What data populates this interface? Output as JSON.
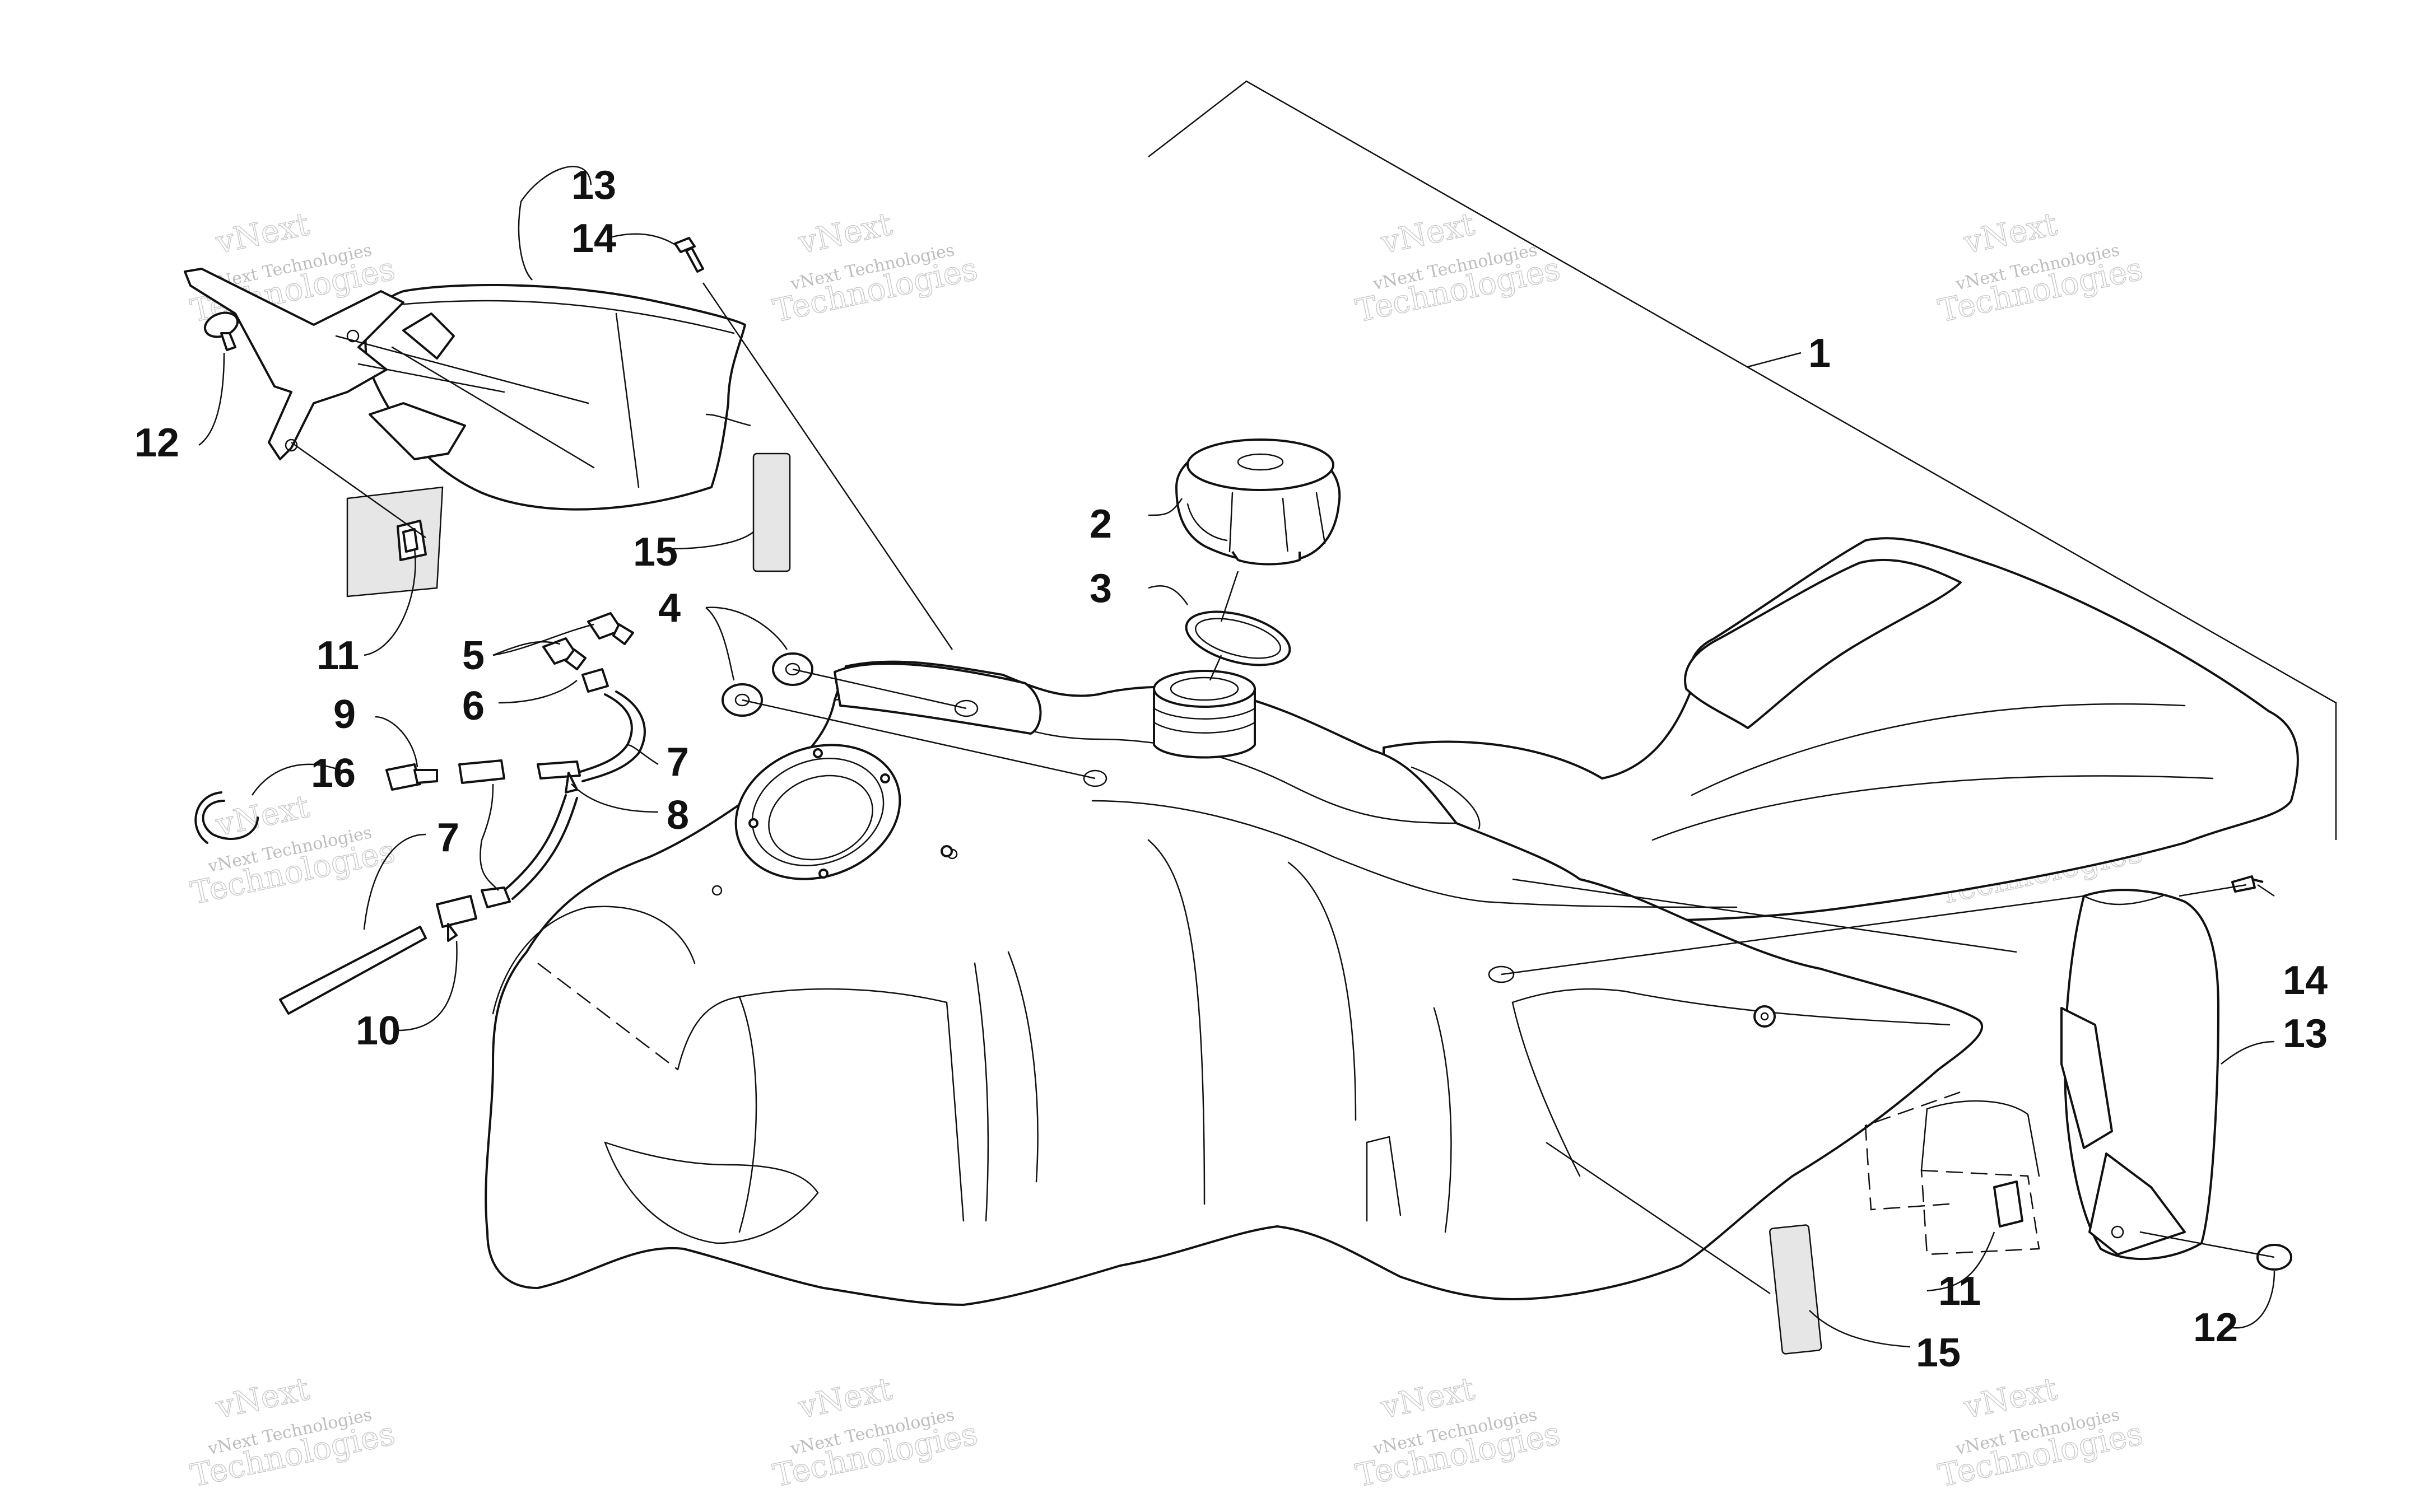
{
  "watermark": {
    "line1": "vNext Technologies",
    "line2": "Technologies",
    "line3": "vNext"
  },
  "callouts": {
    "c1": "1",
    "c2": "2",
    "c3": "3",
    "c4": "4",
    "c5": "5",
    "c6": "6",
    "c7a": "7",
    "c7b": "7",
    "c8": "8",
    "c9": "9",
    "c10": "10",
    "c11a": "11",
    "c11b": "11",
    "c12a": "12",
    "c12b": "12",
    "c13a": "13",
    "c13b": "13",
    "c14a": "14",
    "c14b": "14",
    "c15a": "15",
    "c15b": "15",
    "c16": "16"
  }
}
